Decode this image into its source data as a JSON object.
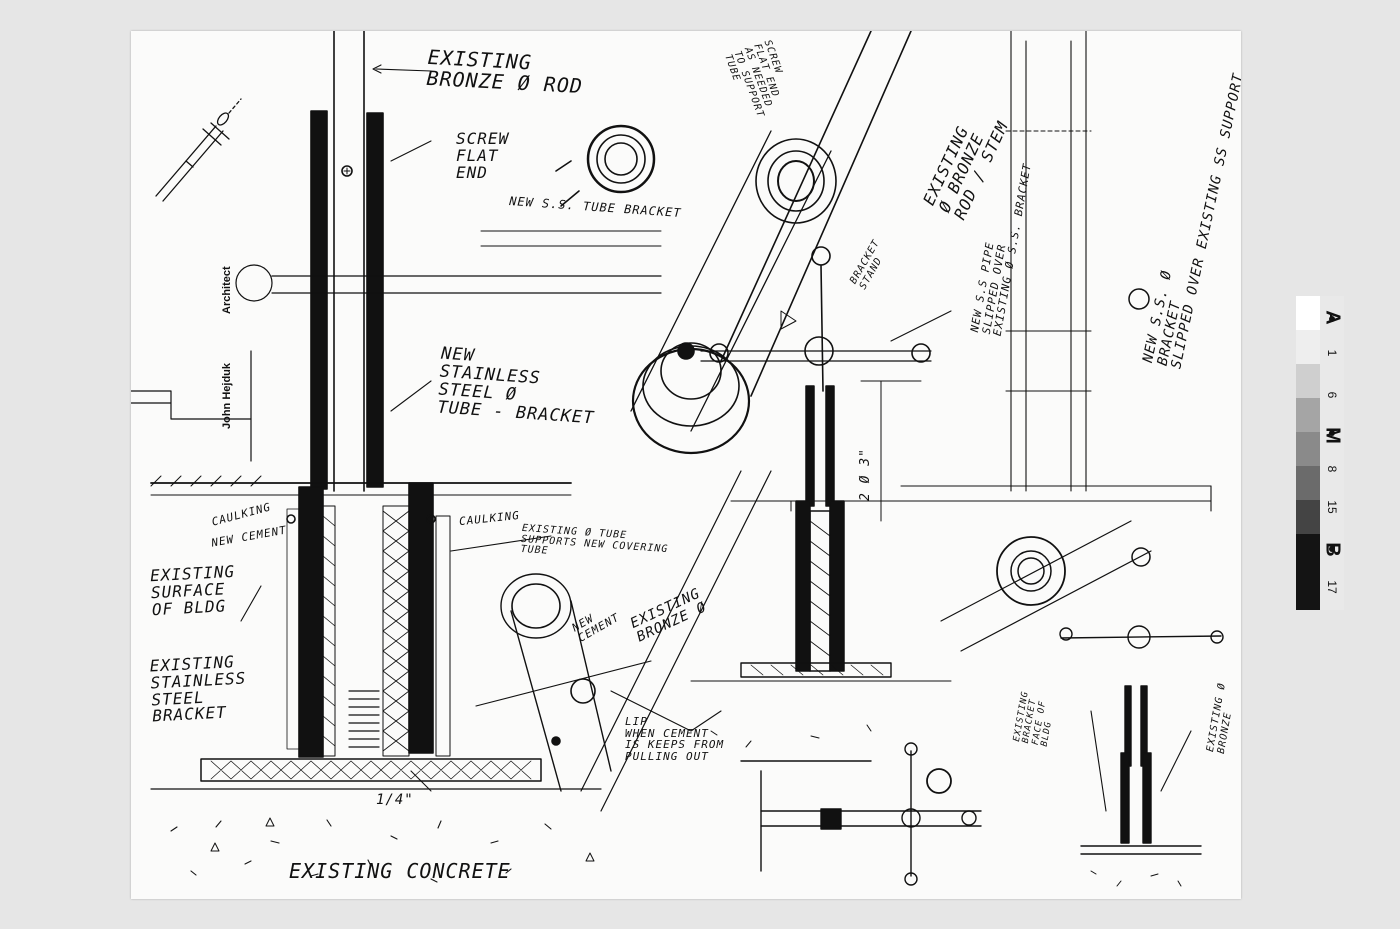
{
  "drawing": {
    "printed_credit": {
      "name": "John Hejduk",
      "role": "Architect"
    },
    "notes": [
      "EXISTING\nBRONZE Ø ROD",
      "SCREW\nFLAT\nEND",
      "NEW S.S. TUBE BRACKET",
      "SCREW\nFLAT END\nAS NEEDED\nTO SUPPORT\nTUBE",
      "EXISTING\nØ BRONZE\nROD / STEM",
      "BRACKET\nSTAND",
      "NEW S.S PIPE\nSLIPPED OVER\nEXISTING Ø S.S. BRACKET",
      "NEW S.S. Ø\nBRACKET\nSLIPPED OVER EXISTING SS SUPPORT",
      "NEW\nSTAINLESS\nSTEEL Ø\nTUBE - BRACKET",
      "2 Ø 3\"",
      "CAULKING",
      "NEW CEMENT",
      "EXISTING\nSURFACE\nOF BLDG",
      "EXISTING\nSTAINLESS\nSTEEL\nBRACKET",
      "CAULKING",
      "EXISTING Ø TUBE\nSUPPORTS NEW COVERING\nTUBE",
      "NEW\nCEMENT",
      "EXISTING\nBRONZE Ø",
      "LIP\nWHEN CEMENT\nIS KEEPS FROM\nPULLING OUT",
      "1/4\"",
      "EXISTING CONCRETE",
      "EXISTING\nBRACKET\nFACE OF\nBLDG",
      "EXISTING Ø\nBRONZE"
    ]
  },
  "color_scale": {
    "labels": [
      "A",
      "1",
      "6",
      "M",
      "8",
      "15",
      "B",
      "17"
    ]
  }
}
